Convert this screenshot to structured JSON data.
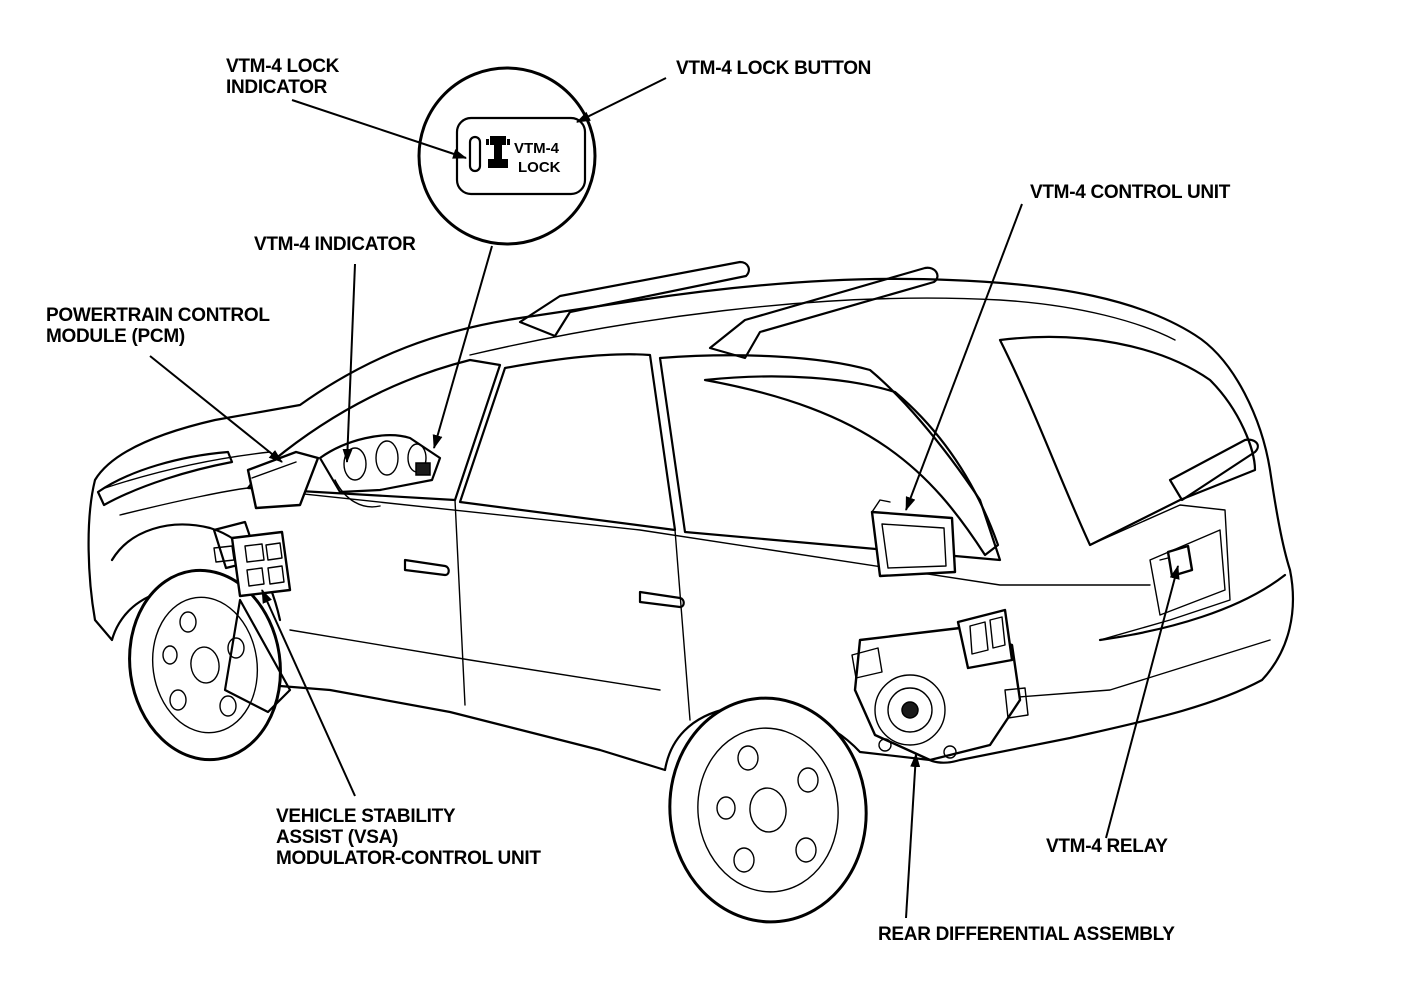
{
  "callouts": {
    "lock_indicator": [
      "VTM-4 LOCK",
      "INDICATOR"
    ],
    "lock_button": [
      "VTM-4 LOCK BUTTON"
    ],
    "control_unit": [
      "VTM-4 CONTROL UNIT"
    ],
    "vtm4_indicator": [
      "VTM-4 INDICATOR"
    ],
    "pcm": [
      "POWERTRAIN CONTROL",
      "MODULE (PCM)"
    ],
    "vsa": [
      "VEHICLE STABILITY",
      "ASSIST (VSA)",
      "MODULATOR-CONTROL UNIT"
    ],
    "relay": [
      "VTM-4 RELAY"
    ],
    "rear_diff": [
      "REAR DIFFERENTIAL ASSEMBLY"
    ]
  },
  "lock_button_badge": {
    "line1": "VTM-4",
    "line2": "LOCK"
  },
  "colors": {
    "ink": "#000000",
    "paper": "#ffffff"
  }
}
